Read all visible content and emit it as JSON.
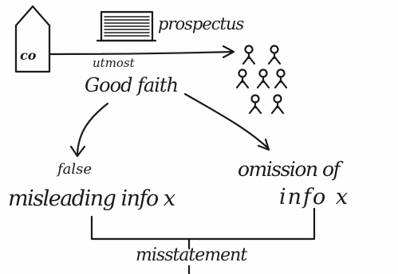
{
  "diagram": {
    "company_label": "co",
    "document_label": "prospectus",
    "principle_qualifier": "utmost",
    "principle_label": "Good faith",
    "false_label": "false",
    "misleading_label": "misleading info x",
    "omission_label": "omission of",
    "omission_info_label": "info x",
    "result_label": "misstatement",
    "investor_count": 7,
    "icons": [
      "house-icon",
      "document-icon",
      "person-icon"
    ]
  }
}
